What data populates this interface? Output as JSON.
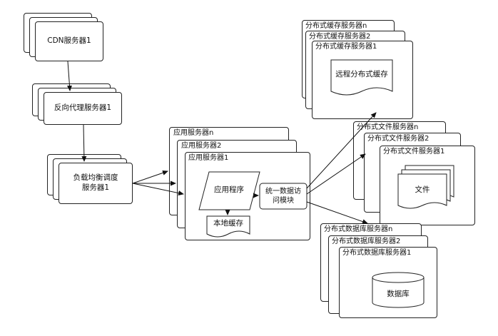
{
  "cdn": {
    "label": "CDN服务器1"
  },
  "reverse_proxy": {
    "label": "反向代理服务器1"
  },
  "load_balancer": {
    "label_line1": "负载均衡调度",
    "label_line2": "服务器1"
  },
  "app_servers": {
    "back_label": "应用服务器n",
    "mid_label": "应用服务器2",
    "front_label": "应用服务器1",
    "program_label": "应用程序",
    "local_cache_label": "本地缓存",
    "unified_access_line1": "统一数据访",
    "unified_access_line2": "问模块"
  },
  "cache_servers": {
    "back_label": "分布式缓存服务器n",
    "mid_label": "分布式缓存服务器2",
    "front_label": "分布式缓存服务器1",
    "doc_label": "远程分布式缓存"
  },
  "file_servers": {
    "back_label": "分布式文件服务器n",
    "mid_label": "分布式文件服务器2",
    "front_label": "分布式文件服务器1",
    "doc_label": "文件"
  },
  "db_servers": {
    "back_label": "分布式数据库服务器n",
    "mid_label": "分布式数据库服务器2",
    "front_label": "分布式数据库服务器1",
    "db_label": "数据库"
  }
}
